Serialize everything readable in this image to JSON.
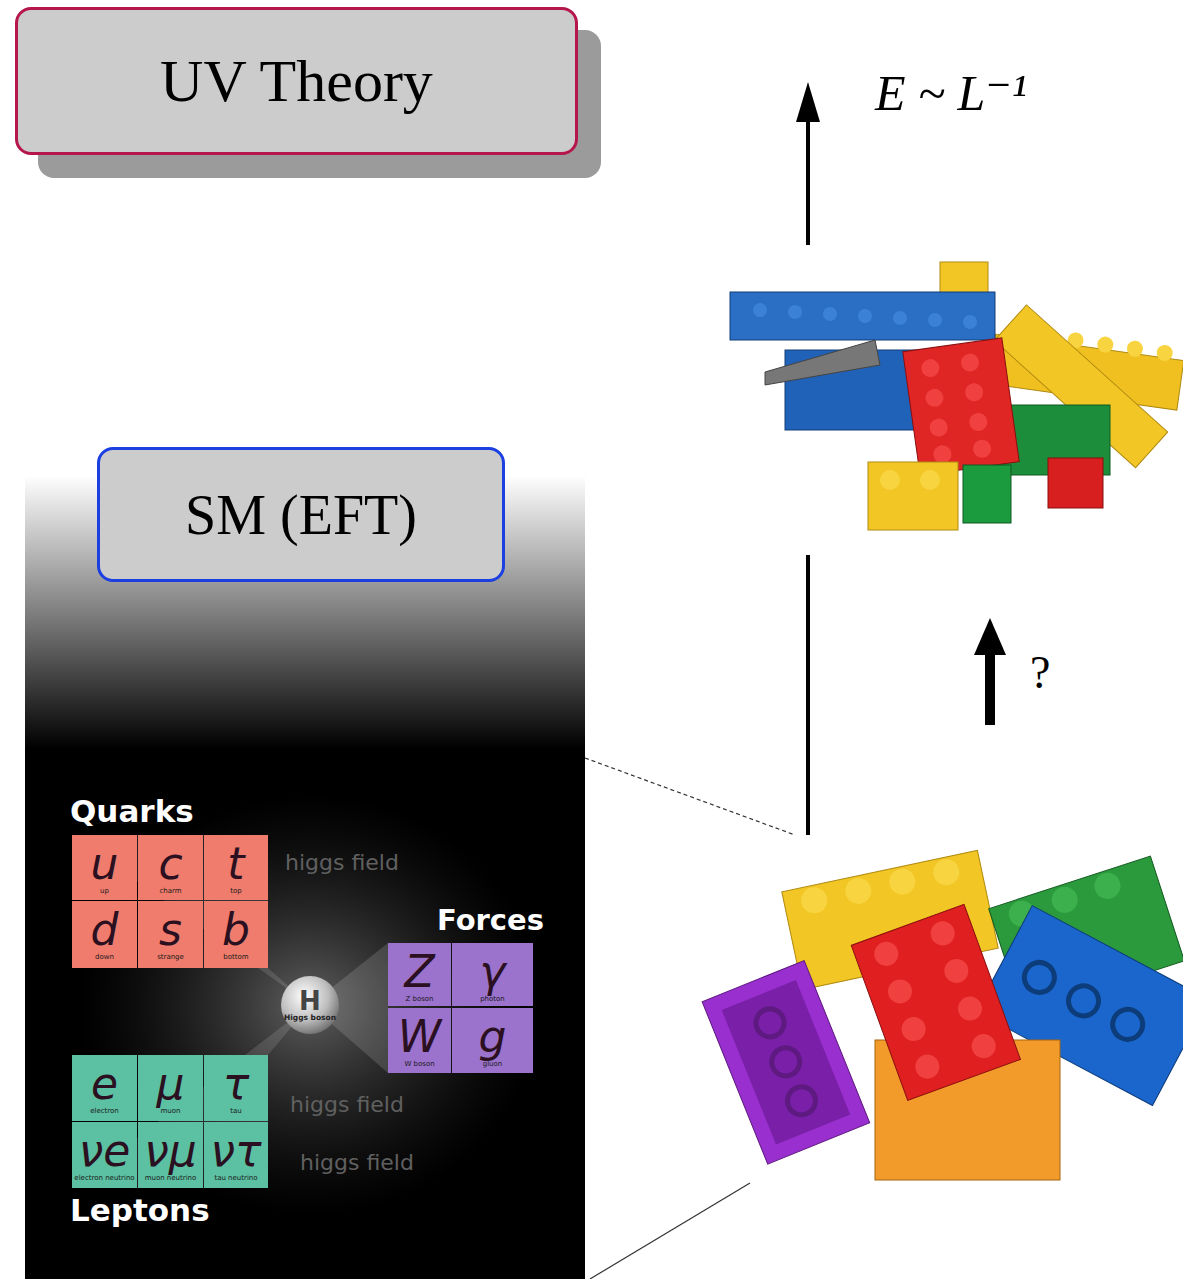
{
  "diagram": {
    "nodes": [
      {
        "text": [
          "UV Theory"
        ]
      },
      {
        "text": [
          "SM  (EFT)"
        ]
      },
      {
        "text": [
          "u",
          "up"
        ]
      },
      {
        "text": [
          "c",
          "charm"
        ]
      },
      {
        "text": [
          "t",
          "top"
        ]
      },
      {
        "text": [
          "d",
          "down"
        ]
      },
      {
        "text": [
          "s",
          "strange"
        ]
      },
      {
        "text": [
          "b",
          "bottom"
        ]
      },
      {
        "text": [
          "H",
          "Higgs boson"
        ]
      },
      {
        "text": [
          "Z",
          "Z boson"
        ]
      },
      {
        "text": [
          "γ",
          "photon"
        ]
      },
      {
        "text": [
          "W",
          "W boson"
        ]
      },
      {
        "text": [
          "g",
          "gluon"
        ]
      },
      {
        "text": [
          "e",
          "electron"
        ]
      },
      {
        "text": [
          "μ",
          "muon"
        ]
      },
      {
        "text": [
          "τ",
          "tau"
        ]
      },
      {
        "text": [
          "νe",
          "electron neutrino"
        ]
      },
      {
        "text": [
          "νμ",
          "muon neutrino"
        ]
      },
      {
        "text": [
          "ντ",
          "tau neutrino"
        ]
      }
    ],
    "labels": [
      "E ~ L⁻¹",
      "?",
      "Quarks",
      "Forces",
      "Leptons",
      "higgs field",
      "higgs field",
      "higgs field"
    ]
  }
}
